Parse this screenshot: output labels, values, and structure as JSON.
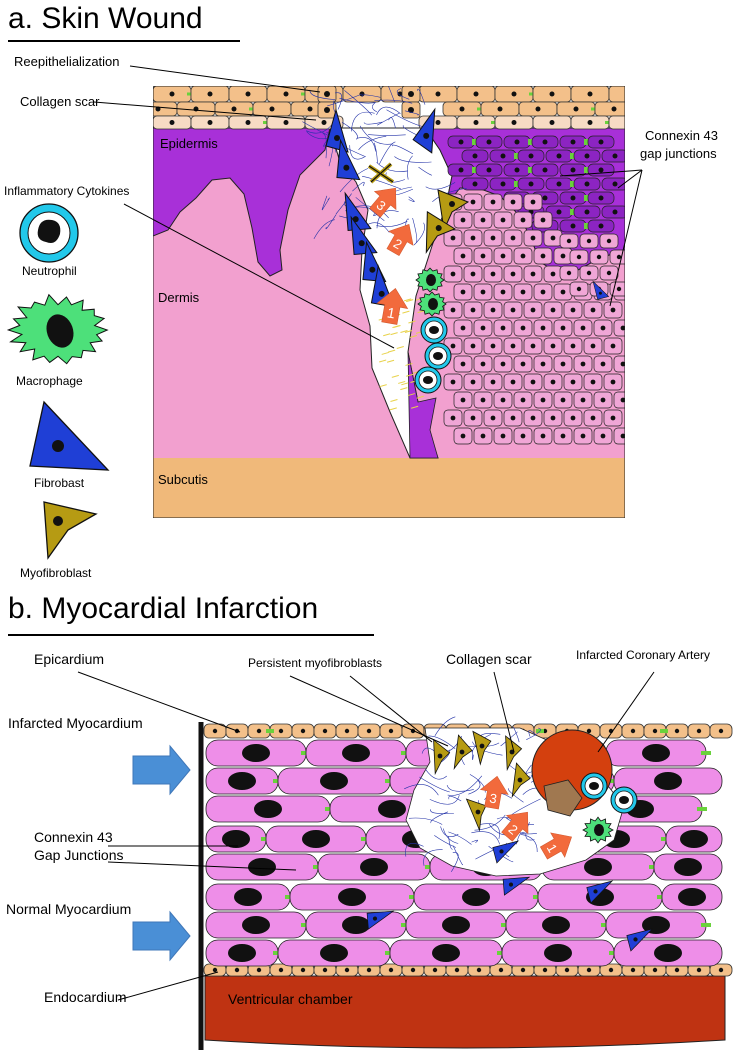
{
  "panel_a": {
    "heading": "a. Skin Wound",
    "labels": {
      "reepithelialization": "Reepithelialization",
      "collagen_scar": "Collagen scar",
      "epidermis": "Epidermis",
      "inflammatory_cytokines": "Inflammatory Cytokines",
      "dermis": "Dermis",
      "subcutis": "Subcutis",
      "connexin_line1": "Connexin 43",
      "connexin_line2": "gap junctions"
    },
    "legend": {
      "neutrophil": "Neutrophil",
      "macrophage": "Macrophage",
      "fibroblast": "Fibrobast",
      "myofibroblast": "Myofibroblast"
    },
    "arrow_numbers": [
      "1",
      "2",
      "3"
    ]
  },
  "panel_b": {
    "heading": "b. Myocardial Infarction",
    "labels": {
      "epicardium": "Epicardium",
      "persistent_myofibroblasts": "Persistent myofibroblasts",
      "collagen_scar": "Collagen scar",
      "infarcted_coronary_artery": "Infarcted Coronary Artery",
      "infarcted_myocardium": "Infarcted Myocardium",
      "connexin_line1": "Connexin 43",
      "connexin_line2": "Gap Junctions",
      "normal_myocardium": "Normal Myocardium",
      "endocardium": "Endocardium",
      "ventricular_chamber": "Ventricular chamber"
    },
    "arrow_numbers": [
      "1",
      "2",
      "3"
    ]
  },
  "colors": {
    "epidermis_purple": "#a830d8",
    "dermis_pink": "#f2a0cf",
    "subcutis_tan": "#f0b97a",
    "epithelial_cell": "#f3c08a",
    "cardiomyocyte": "#ee8ee8",
    "gap_junction_green": "#6ad23c",
    "fibroblast_blue": "#1f3fd6",
    "myofibroblast_olive": "#b69b13",
    "macrophage_green": "#4de07a",
    "neutrophil_cyan": "#22c8ea",
    "arrow_orange": "#f26a3c",
    "collagen_blue": "#2433a8",
    "chamber_red": "#bf3312",
    "artery_red": "#d4400e",
    "side_arrow_blue": "#4a8fd6"
  }
}
